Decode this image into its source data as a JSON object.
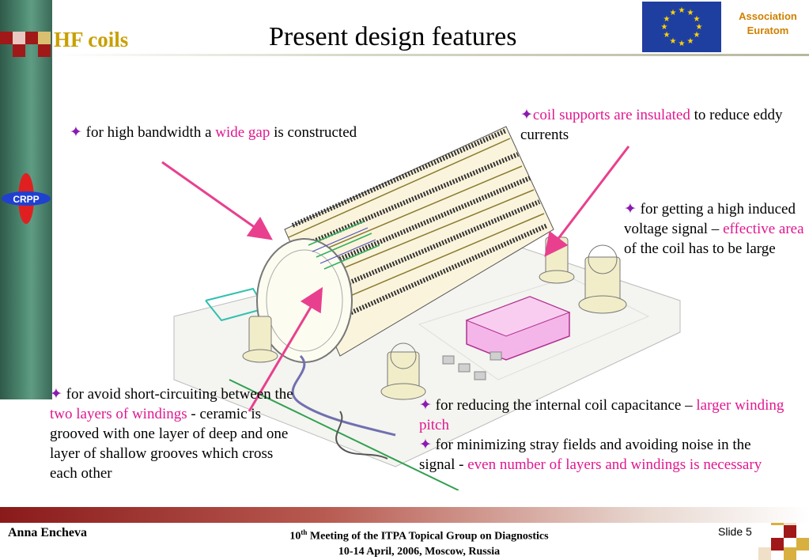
{
  "header": {
    "section_title": "HF coils",
    "title": "Present design features",
    "association_line1": "Association",
    "association_line2": "Euratom",
    "crpp_logo": "CRPP"
  },
  "bullets": {
    "glyph": "✦",
    "wide_gap": {
      "pre": " for high bandwidth a ",
      "hl": "wide gap",
      "post": " is constructed"
    },
    "insulated": {
      "hl": "coil supports are insulated",
      "post": " to reduce eddy currents"
    },
    "effective": {
      "pre": " for getting a high induced voltage signal – ",
      "hl": "effective area",
      "post": " of the coil has to be large"
    },
    "short_circuit": {
      "pre": " for avoid short-circuiting between the ",
      "hl": "two layers of windings",
      "post": " - ceramic is grooved with one layer of deep and one layer of shallow grooves which cross each other"
    },
    "capacitance": {
      "pre": " for reducing the internal coil capacitance – ",
      "hl": "larger winding pitch"
    },
    "stray": {
      "pre": " for minimizing stray fields and avoiding noise in the signal - ",
      "hl": "even number of layers and windings is necessary"
    }
  },
  "footer": {
    "author": "Anna Encheva",
    "meeting_num": "10",
    "meeting_sup": "th",
    "meeting_rest": " Meeting of the ITPA Topical Group on Diagnostics",
    "meeting_line2": "10-14 April, 2006, Moscow, Russia",
    "slide_label": "Slide 5"
  },
  "colors": {
    "highlight": "#e01890",
    "bullet": "#8a1ab0",
    "section_title": "#c8a000",
    "association": "#d08000"
  }
}
